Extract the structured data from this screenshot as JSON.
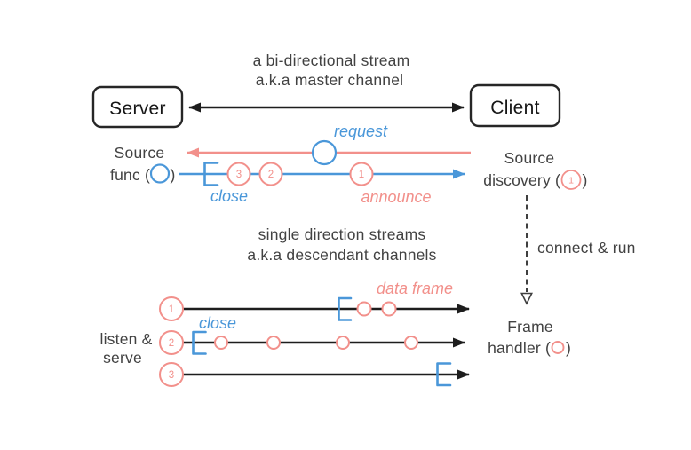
{
  "colors": {
    "pink": "#F2908B",
    "blue": "#4A97D9",
    "line_black": "#1D1D1D",
    "text_gray": "#424242"
  },
  "title": {
    "line1": "a bi-directional stream",
    "line2": "a.k.a master channel"
  },
  "nodes": {
    "server": "Server",
    "client": "Client"
  },
  "master": {
    "request": "request",
    "close": "close",
    "announce": "announce",
    "badges": [
      "3",
      "2",
      "1"
    ],
    "source_func": {
      "line1": "Source",
      "prefix": "func (",
      "suffix": ")"
    },
    "source_discovery": {
      "line1": "Source",
      "prefix": "discovery (",
      "badge": "1",
      "suffix": ")"
    }
  },
  "connect": {
    "label": "connect & run"
  },
  "descendant": {
    "line1": "single direction streams",
    "line2": "a.k.a descendant channels",
    "data_frame": "data frame",
    "close": "close",
    "listen": {
      "line1": "listen &",
      "line2": "serve"
    },
    "frame_handler": {
      "line1": "Frame",
      "prefix": "handler (",
      "suffix": ")"
    },
    "stream_badges": [
      "1",
      "2",
      "3"
    ]
  }
}
